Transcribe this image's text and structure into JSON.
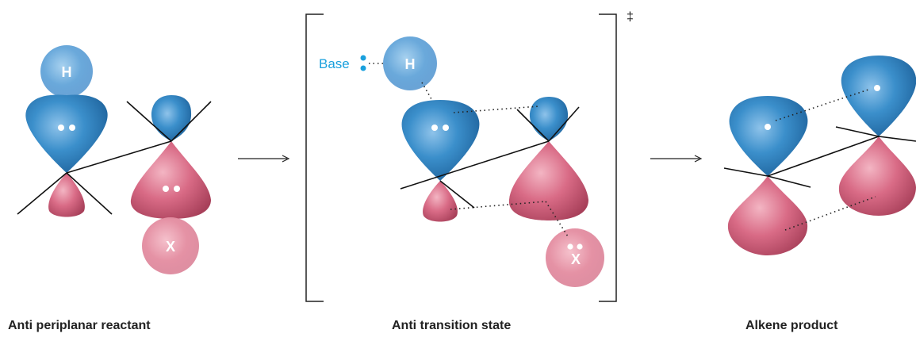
{
  "panels": {
    "reactant": {
      "caption": "Anti periplanar reactant",
      "atom_top": "H",
      "atom_bottom": "X"
    },
    "transition": {
      "caption": "Anti transition state",
      "atom_top": "H",
      "atom_bottom": "X",
      "base_label": "Base",
      "double_dagger": "‡"
    },
    "product": {
      "caption": "Alkene product"
    }
  },
  "colors": {
    "blue_lobe": "#2f86c4",
    "pink_lobe": "#d66a83",
    "base_text": "#1aa0dd",
    "bond": "#111111"
  }
}
